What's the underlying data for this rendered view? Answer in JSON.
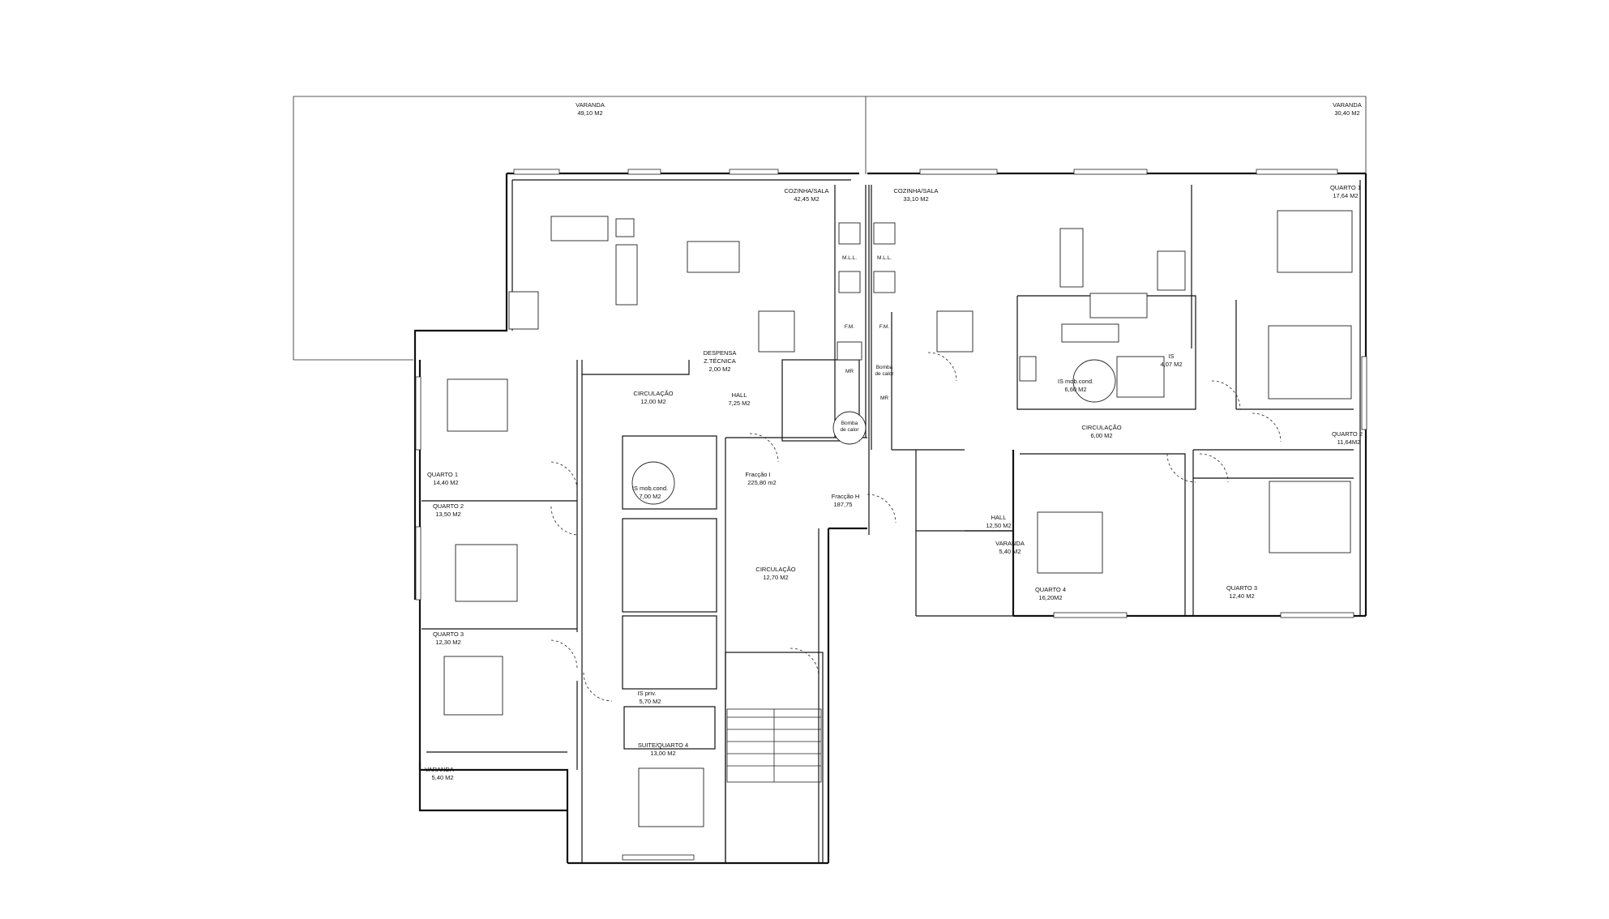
{
  "rooms": [
    {
      "id": "varanda-top-left",
      "name": "VARANDA",
      "area": "49,10 M2"
    },
    {
      "id": "varanda-top-right",
      "name": "VARANDA",
      "area": "30,40 M2"
    },
    {
      "id": "cozinha-sala-left",
      "name": "COZINHA/SALA",
      "area": "42,45 M2"
    },
    {
      "id": "cozinha-sala-right",
      "name": "COZINHA/SALA",
      "area": "33,10 M2"
    },
    {
      "id": "despensa",
      "name": "DESPENSA",
      "name2": "Z.TÉCNICA",
      "area": "2,00 M2"
    },
    {
      "id": "circulacao-left",
      "name": "CIRCULAÇÃO",
      "area": "12,00 M2"
    },
    {
      "id": "hall-left",
      "name": "HALL",
      "area": "7,25 M2"
    },
    {
      "id": "quarto1-left",
      "name": "QUARTO 1",
      "area": "14,40 M2"
    },
    {
      "id": "quarto2-left",
      "name": "QUARTO 2",
      "area": "13,50 M2"
    },
    {
      "id": "quarto3-left",
      "name": "QUARTO 3",
      "area": "12,30 M2"
    },
    {
      "id": "is-mob-left",
      "name": "IS mob.cond.",
      "area": "7,00 M2"
    },
    {
      "id": "fraccao-i",
      "name": "Fracção I",
      "area": "225,80 m2"
    },
    {
      "id": "fraccao-h",
      "name": "Fracção H",
      "area": "187,75"
    },
    {
      "id": "circulacao-center",
      "name": "CIRCULAÇÃO",
      "area": "12,70 M2"
    },
    {
      "id": "is-priv",
      "name": "IS priv.",
      "area": "5,70 M2"
    },
    {
      "id": "suite",
      "name": "SUITE/QUARTO 4",
      "area": "13,00 M2"
    },
    {
      "id": "varanda-bottom-left",
      "name": "VARANDA",
      "area": "5,40 M2"
    },
    {
      "id": "quarto1-right",
      "name": "QUARTO 1",
      "area": "17,64 M2"
    },
    {
      "id": "is-right",
      "name": "IS",
      "area": "4,07 M2"
    },
    {
      "id": "is-mob-right",
      "name": "IS mob.cond.",
      "area": "6,60 M2"
    },
    {
      "id": "circulacao-right",
      "name": "CIRCULAÇÃO",
      "area": "6,00 M2"
    },
    {
      "id": "quarto2-right",
      "name": "QUARTO 2",
      "area": "11,64M2"
    },
    {
      "id": "hall-right",
      "name": "HALL",
      "area": "12,50 M2"
    },
    {
      "id": "varanda-right",
      "name": "VARANDA",
      "area": "5,40 M2"
    },
    {
      "id": "quarto4-right",
      "name": "QUARTO 4",
      "area": "16,20M2"
    },
    {
      "id": "quarto3-right",
      "name": "QUARTO 3",
      "area": "12,40 M2"
    }
  ],
  "fixtures": {
    "mll": "M.L.L.",
    "fm": "F.M.",
    "mr": "MR",
    "bomba1": "Bomba",
    "bomba2": "de calor"
  }
}
